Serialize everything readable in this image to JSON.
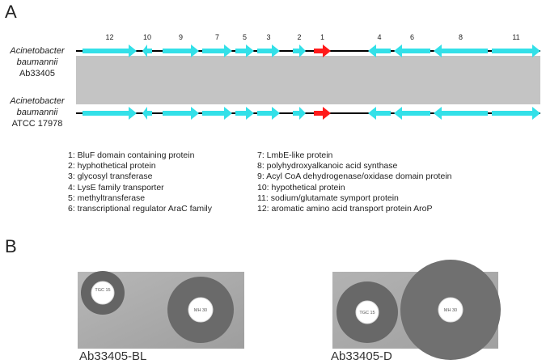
{
  "panels": {
    "a": "A",
    "b": "B"
  },
  "species": [
    {
      "genus": "Acinetobacter",
      "epithet": "baumannii",
      "strain": "Ab33405"
    },
    {
      "genus": "Acinetobacter",
      "epithet": "baumannii",
      "strain": "ATCC 17978"
    }
  ],
  "genes": [
    {
      "num": "12",
      "dir": "right",
      "color": "#33e0e8"
    },
    {
      "num": "10",
      "dir": "left",
      "color": "#33e0e8"
    },
    {
      "num": "9",
      "dir": "right",
      "color": "#33e0e8"
    },
    {
      "num": "7",
      "dir": "right",
      "color": "#33e0e8"
    },
    {
      "num": "5",
      "dir": "right",
      "color": "#33e0e8"
    },
    {
      "num": "3",
      "dir": "right",
      "color": "#33e0e8"
    },
    {
      "num": "2",
      "dir": "right",
      "color": "#33e0e8"
    },
    {
      "num": "1",
      "dir": "right",
      "color": "#ff1a1a"
    },
    {
      "num": "4",
      "dir": "left",
      "color": "#33e0e8"
    },
    {
      "num": "6",
      "dir": "left",
      "color": "#33e0e8"
    },
    {
      "num": "8",
      "dir": "left",
      "color": "#33e0e8"
    },
    {
      "num": "11",
      "dir": "right",
      "color": "#33e0e8"
    }
  ],
  "legend": {
    "left": [
      "1: BluF domain containing protein",
      "2: hyphothetical protein",
      "3: glycosyl transferase",
      "4: LysE family transporter",
      "5: methyltransferase",
      "6: transcriptional regulator AraC family"
    ],
    "right": [
      "7: LmbE-like protein",
      "8: polyhydroxyalkanoic acid synthase",
      "9: Acyl CoA dehydrogenase/oxidase domain protein",
      "10: hypothetical protein",
      "11: sodium/glutamate symport protein",
      "12: aromatic amino acid transport protein AroP"
    ]
  },
  "plates": [
    {
      "caption": "Ab33405-BL",
      "disk_left": "TGC 15",
      "disk_right": "MH 30"
    },
    {
      "caption": "Ab33405-D",
      "disk_left": "TGC 15",
      "disk_right": "MH 30"
    }
  ],
  "colors": {
    "homology": "#c4c4c4",
    "backbone": "#000000",
    "arrow_cyan": "#33e0e8",
    "arrow_red": "#ff1a1a"
  }
}
